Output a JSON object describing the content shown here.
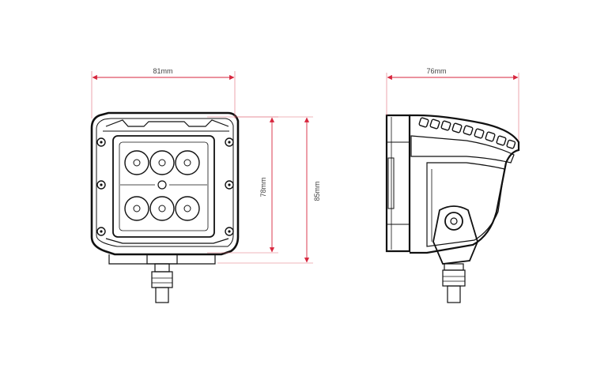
{
  "dimensions": {
    "width_front": "81mm",
    "width_side": "76mm",
    "lens_height": "78mm",
    "total_height": "85mm"
  },
  "colors": {
    "dimension_line": "#d7263d",
    "outline": "#111111",
    "background": "#ffffff"
  },
  "views": {
    "front": {
      "led_count": 6
    },
    "side": {
      "fin_count": 9
    }
  }
}
